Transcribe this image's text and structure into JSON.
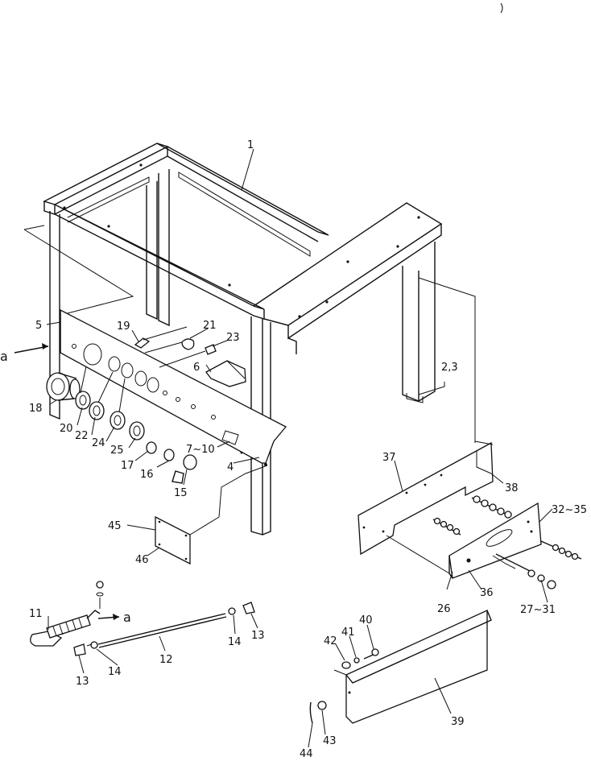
{
  "diagram": {
    "callouts": [
      {
        "id": "p1",
        "text": "1"
      },
      {
        "id": "p2_3",
        "text": "2,3"
      },
      {
        "id": "p4",
        "text": "4"
      },
      {
        "id": "p5",
        "text": "5"
      },
      {
        "id": "p6",
        "text": "6"
      },
      {
        "id": "p7_10",
        "text": "7~10"
      },
      {
        "id": "p11",
        "text": "11"
      },
      {
        "id": "p12",
        "text": "12"
      },
      {
        "id": "p13a",
        "text": "13"
      },
      {
        "id": "p13b",
        "text": "13"
      },
      {
        "id": "p14a",
        "text": "14"
      },
      {
        "id": "p14b",
        "text": "14"
      },
      {
        "id": "p15",
        "text": "15"
      },
      {
        "id": "p16",
        "text": "16"
      },
      {
        "id": "p17",
        "text": "17"
      },
      {
        "id": "p18",
        "text": "18"
      },
      {
        "id": "p19",
        "text": "19"
      },
      {
        "id": "p20",
        "text": "20"
      },
      {
        "id": "p21",
        "text": "21"
      },
      {
        "id": "p22",
        "text": "22"
      },
      {
        "id": "p23",
        "text": "23"
      },
      {
        "id": "p24",
        "text": "24"
      },
      {
        "id": "p25",
        "text": "25"
      },
      {
        "id": "p26",
        "text": "26"
      },
      {
        "id": "p27_31",
        "text": "27~31"
      },
      {
        "id": "p32_35",
        "text": "32~35"
      },
      {
        "id": "p36",
        "text": "36"
      },
      {
        "id": "p37",
        "text": "37"
      },
      {
        "id": "p38",
        "text": "38"
      },
      {
        "id": "p39",
        "text": "39"
      },
      {
        "id": "p40",
        "text": "40"
      },
      {
        "id": "p41",
        "text": "41"
      },
      {
        "id": "p42",
        "text": "42"
      },
      {
        "id": "p43",
        "text": "43"
      },
      {
        "id": "p44",
        "text": "44"
      },
      {
        "id": "p45",
        "text": "45"
      },
      {
        "id": "p46",
        "text": "46"
      }
    ],
    "view_markers": [
      {
        "id": "a1",
        "text": "a"
      },
      {
        "id": "a2",
        "text": "a"
      }
    ]
  }
}
